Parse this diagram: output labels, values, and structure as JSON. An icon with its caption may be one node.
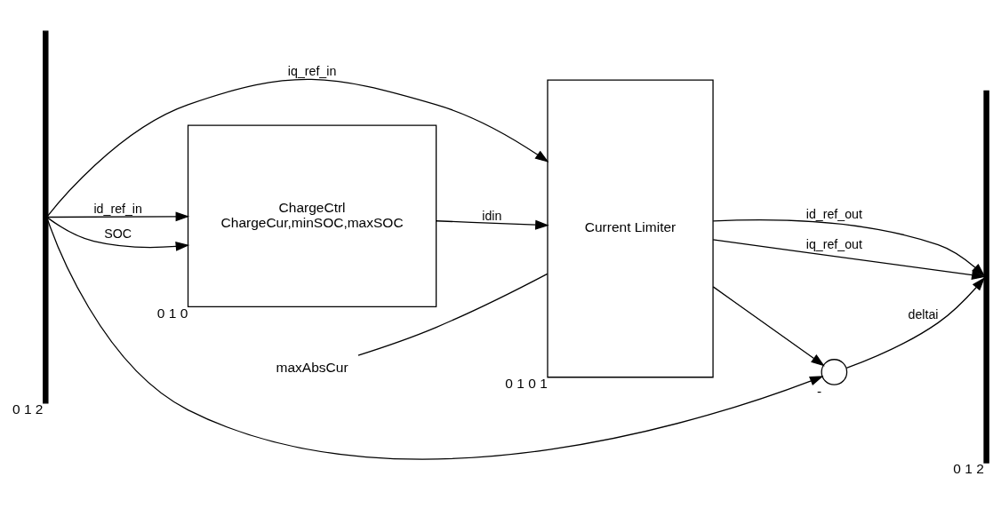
{
  "diagram": {
    "nodes": [
      {
        "text": [],
        "shape": "bar",
        "beside": [
          "0",
          "1",
          "2"
        ]
      },
      {
        "text": [
          "ChargeCtrl",
          "ChargeCur,minSOC,maxSOC"
        ],
        "beside": [
          "0",
          "1",
          "0"
        ]
      },
      {
        "text": [
          "Current Limiter"
        ],
        "beside": [
          "0",
          "1",
          "0",
          "1"
        ]
      },
      {
        "text": [],
        "shape": "circle",
        "beside": [
          "-"
        ]
      },
      {
        "text": [],
        "shape": "bar",
        "beside": [
          "0",
          "1",
          "2"
        ]
      },
      {
        "text": [
          "maxAbsCur"
        ]
      }
    ],
    "edges": [
      {
        "from": 0,
        "to": 1,
        "arrow": "to",
        "label": "id_ref_in"
      },
      {
        "from": 0,
        "to": 3,
        "arrow": "to"
      },
      {
        "from": 0,
        "to": 1,
        "arrow": "to",
        "label": "SOC"
      },
      {
        "from": 1,
        "to": 2,
        "arrow": "to",
        "label": "idin"
      },
      {
        "from": 0,
        "to": 2,
        "arrow": "to",
        "label": "iq_ref_in"
      },
      {
        "from": 2,
        "to": 4,
        "arrow": "to",
        "label": "id_ref_out"
      },
      {
        "from": 2,
        "to": 3,
        "arrow": "to"
      },
      {
        "from": 3,
        "to": 4,
        "arrow": "to",
        "label": "deltai"
      },
      {
        "from": 2,
        "to": 4,
        "arrow": "to",
        "label": "iq_ref_out"
      },
      {
        "from": 5,
        "to": 2,
        "arrow": "none"
      }
    ]
  }
}
